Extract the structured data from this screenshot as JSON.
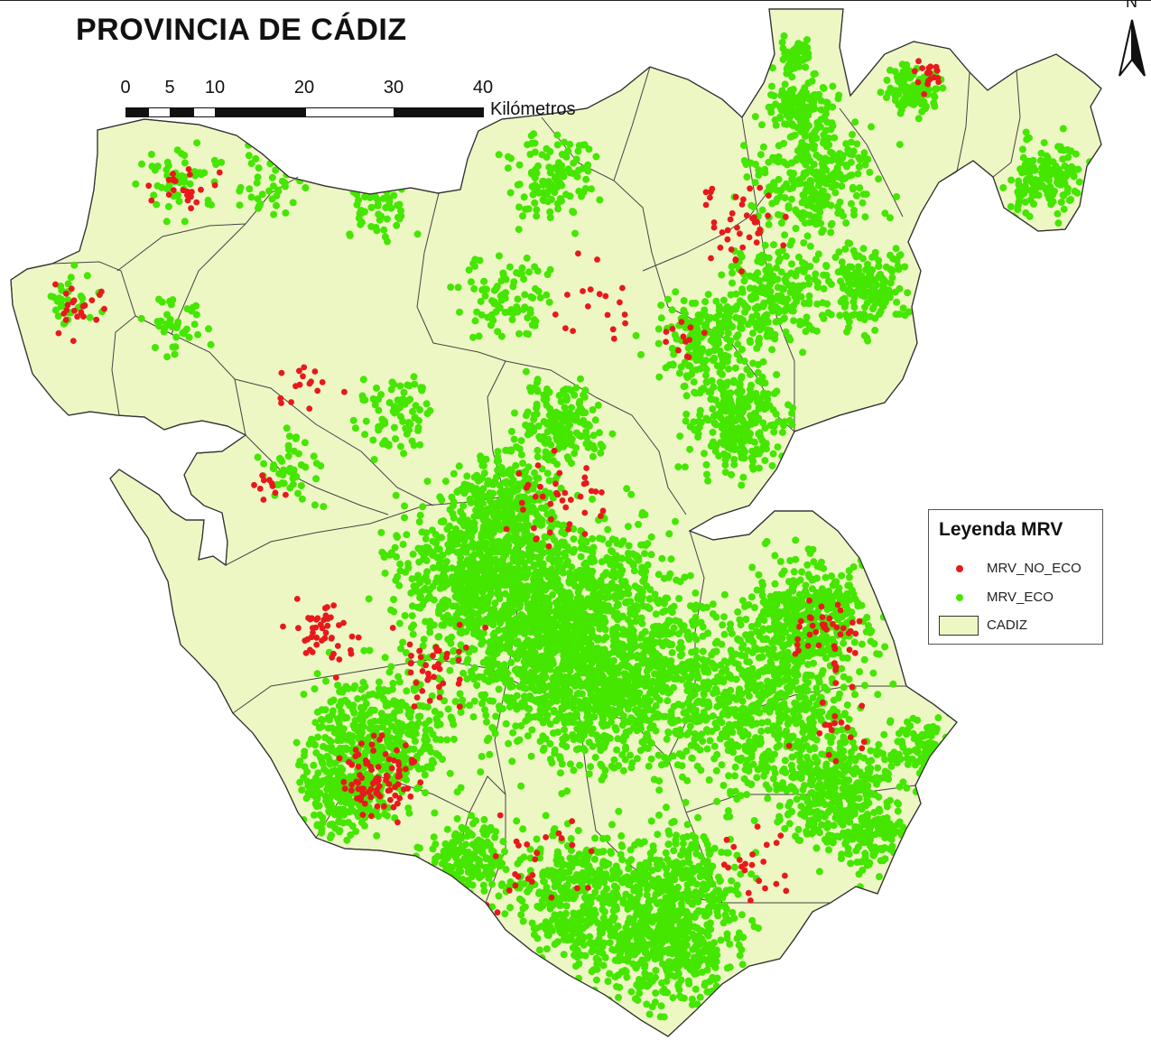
{
  "title": "PROVINCIA DE CÁDIZ",
  "north_arrow": {
    "label": "N"
  },
  "scale_bar": {
    "ticks": [
      "0",
      "5",
      "10",
      "20",
      "30",
      "40"
    ],
    "unit": "Kilómetros"
  },
  "legend": {
    "title": "Leyenda MRV",
    "items": [
      {
        "label": "MRV_NO_ECO",
        "symbol": "point",
        "color": "#e8191c"
      },
      {
        "label": "MRV_ECO",
        "symbol": "point",
        "color": "#45e600"
      },
      {
        "label": "CADIZ",
        "symbol": "polygon",
        "color": "#edf7c4"
      }
    ]
  },
  "colors": {
    "province_fill": "#edf7c4",
    "boundary": "#333333",
    "eco_points": "#45e600",
    "no_eco_points": "#e8191c"
  }
}
